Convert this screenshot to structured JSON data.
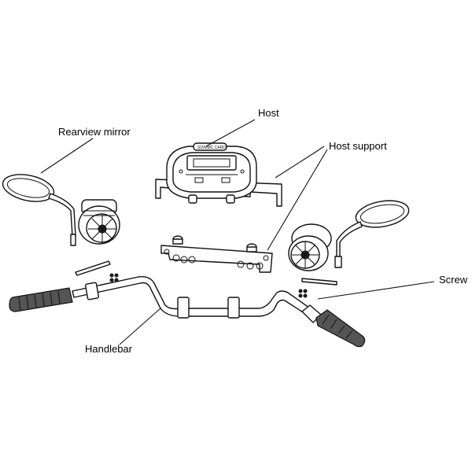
{
  "labels": {
    "host": "Host",
    "host_support": "Host support",
    "rearview_mirror": "Rearview mirror",
    "screw": "Screw",
    "handlebar": "Handlebar"
  },
  "device": {
    "card_slot_label": "SD/MMC CARD"
  },
  "colors": {
    "line": "#111111",
    "background": "#ffffff",
    "grip": "#555555"
  }
}
